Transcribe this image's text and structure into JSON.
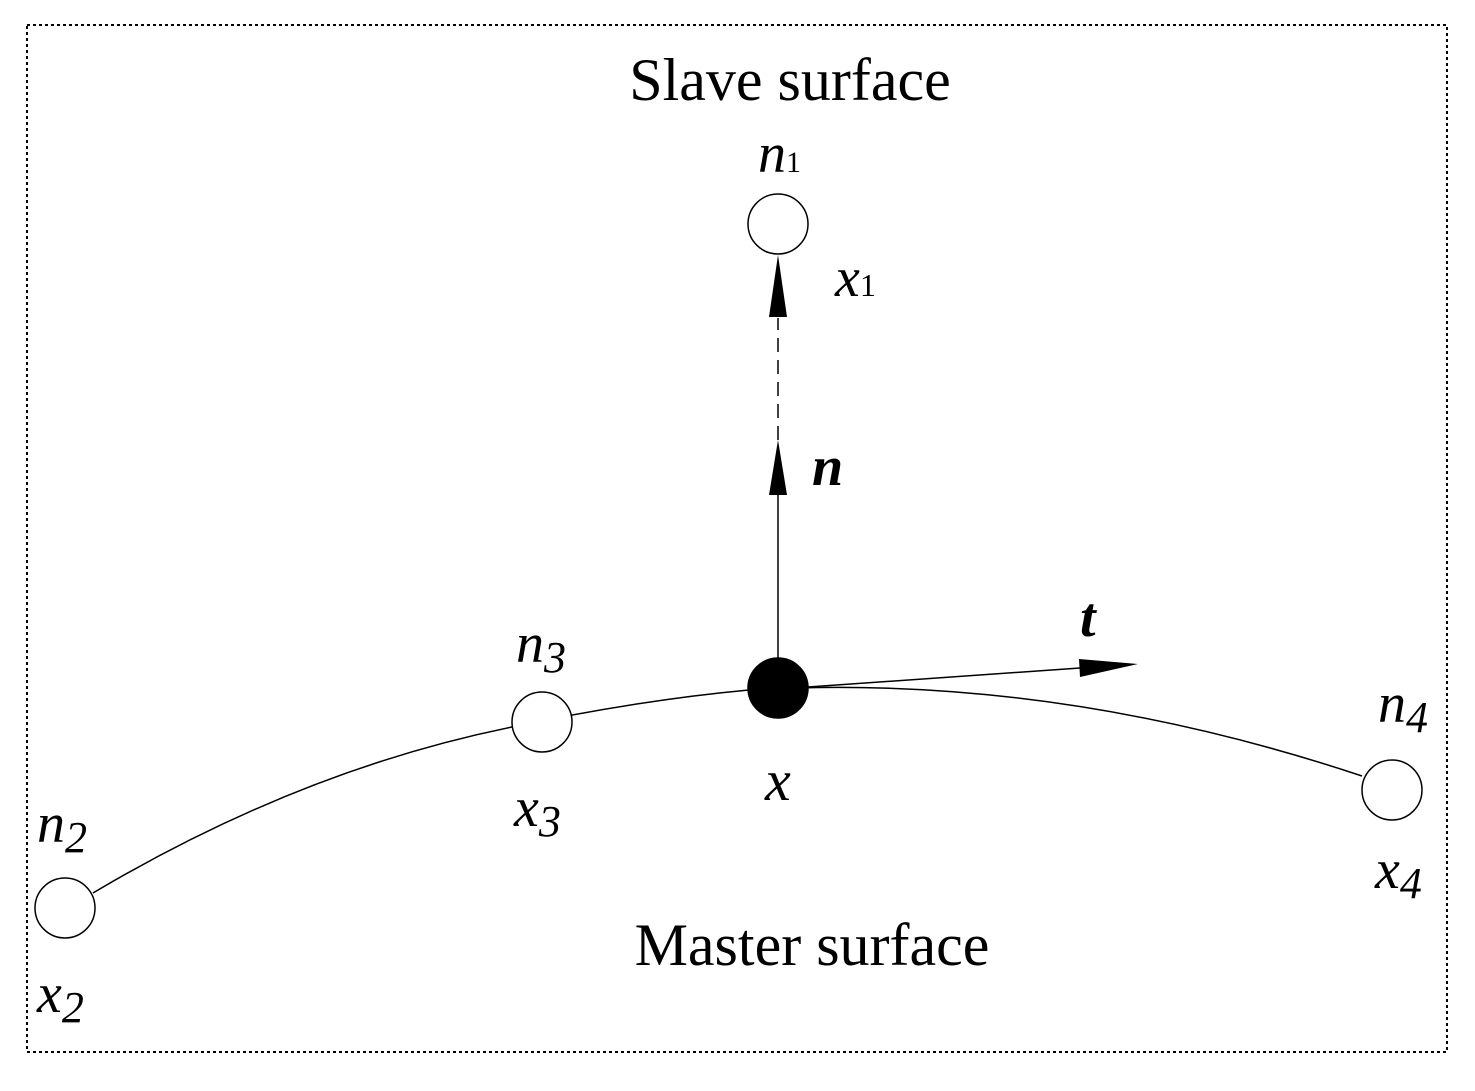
{
  "labels": {
    "slave_surface": "Slave surface",
    "master_surface": "Master surface",
    "normal_vector": "n",
    "tangent_vector": "t",
    "contact_point": "x"
  },
  "nodes": [
    {
      "id": "n1",
      "name_main": "n",
      "name_sub": "1",
      "coord_main": "x",
      "coord_sub": "1"
    },
    {
      "id": "n2",
      "name_main": "n",
      "name_sub": "2",
      "coord_main": "x",
      "coord_sub": "2"
    },
    {
      "id": "n3",
      "name_main": "n",
      "name_sub": "3",
      "coord_main": "x",
      "coord_sub": "3"
    },
    {
      "id": "n4",
      "name_main": "n",
      "name_sub": "4",
      "coord_main": "x",
      "coord_sub": "4"
    }
  ]
}
